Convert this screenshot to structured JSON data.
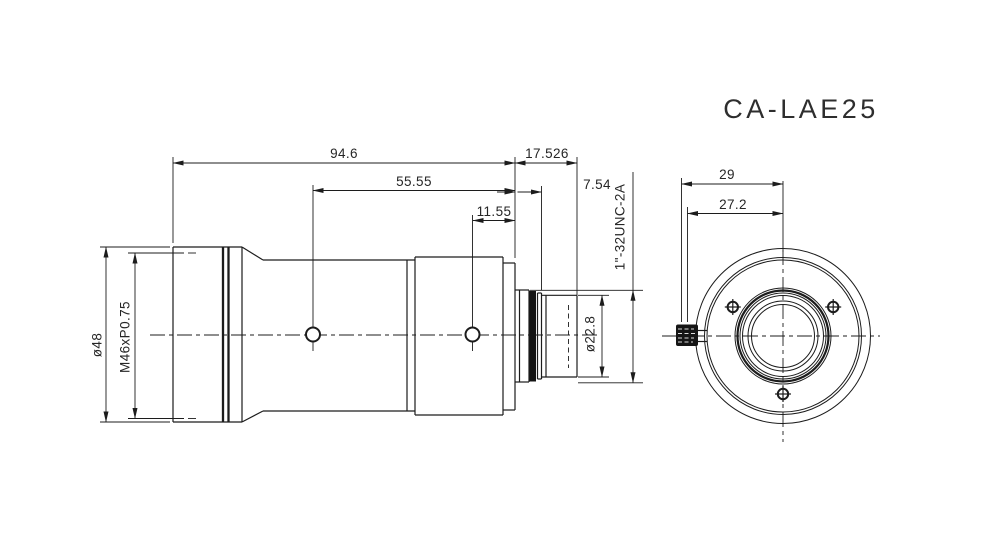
{
  "title": "CA-LAE25",
  "colors": {
    "line": "#1c1c1c",
    "background": "#ffffff"
  },
  "side_view": {
    "name": "lens side profile",
    "dimensions": {
      "overall_length": "94.6",
      "rear_mount_length": "17.526",
      "body_length": "55.55",
      "screw_offset": "11.55",
      "flange_offset": "7.54",
      "front_diameter": "ø48",
      "filter_thread": "M46xP0.75",
      "mount_diameter": "ø22.8",
      "mount_thread": "1\"-32UNC-2A"
    }
  },
  "front_view": {
    "name": "lens rear face view",
    "dimensions": {
      "knob_to_center": "29",
      "knob_inner_to_center": "27.2"
    }
  }
}
